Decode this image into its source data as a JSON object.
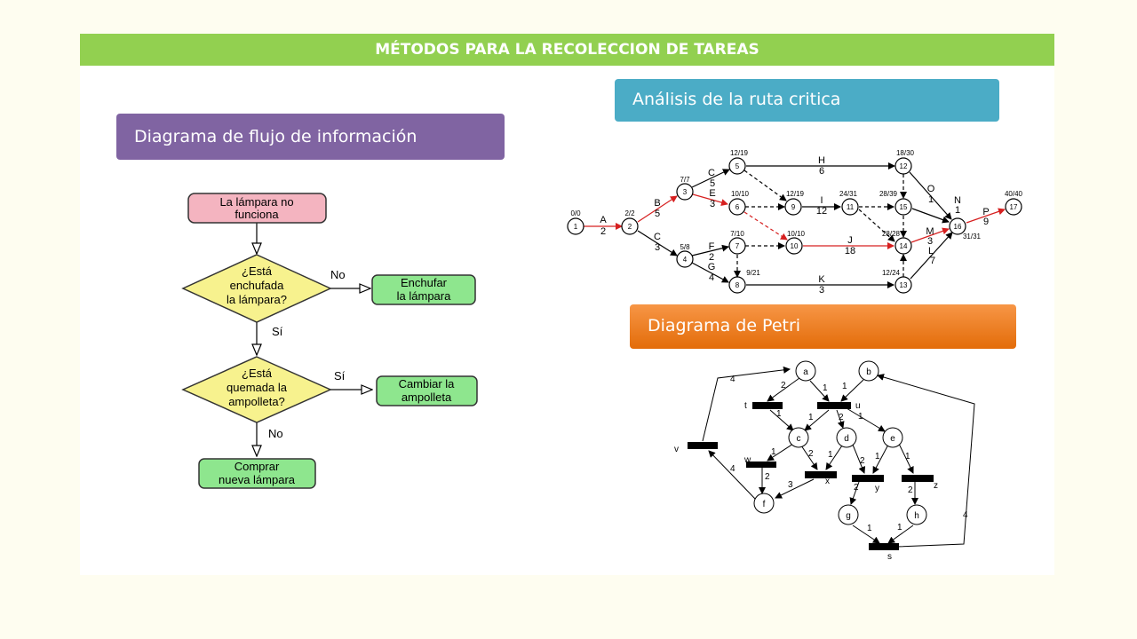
{
  "title": "MÉTODOS PARA LA RECOLECCION DE TAREAS",
  "sections": {
    "flow": "Diagrama de flujo de información",
    "critical_path": "Análisis de la ruta critica",
    "petri": "Diagrama de Petri"
  },
  "colors": {
    "title_bar": "#92d050",
    "flow_header": "#8064a2",
    "critical_header": "#4bacc6",
    "petri_header": "#f79646",
    "start_box": "#f4b4c0",
    "decision": "#f7f28e",
    "action_box": "#8ee68e",
    "critical_edge": "#d62020"
  },
  "flowchart": {
    "start_l1": "La lámpara no",
    "start_l2": "funciona",
    "q1_l1": "¿Está",
    "q1_l2": "enchufada",
    "q1_l3": "la lámpara?",
    "no1": "No",
    "a1_l1": "Enchufar",
    "a1_l2": "la lámpara",
    "si1": "Sí",
    "q2_l1": "¿Está",
    "q2_l2": "quemada la",
    "q2_l3": "ampolleta?",
    "si2": "Sí",
    "a2_l1": "Cambiar la",
    "a2_l2": "ampolleta",
    "no2": "No",
    "end_l1": "Comprar",
    "end_l2": "nueva lámpara"
  },
  "cpm": {
    "n1": "1",
    "n2": "2",
    "n3": "3",
    "n4": "4",
    "n5": "5",
    "n6": "6",
    "n7": "7",
    "n8": "8",
    "n9": "9",
    "n10": "10",
    "n11": "11",
    "n12": "12",
    "n13": "13",
    "n14": "14",
    "n15": "15",
    "n16": "16",
    "n17": "17",
    "t1": "0/0",
    "t2": "2/2",
    "t3": "7/7",
    "t4": "5/8",
    "t5": "12/19",
    "t6": "10/10",
    "t7": "7/10",
    "t8": "9/21",
    "t9": "12/19",
    "t10": "10/10",
    "t11": "24/31",
    "t12": "18/30",
    "t13": "12/24",
    "t14": "28/28",
    "t15": "28/39",
    "t16": "31/31",
    "t17": "40/40",
    "eA": "A",
    "dA": "2",
    "eB": "B",
    "dB": "5",
    "eC1": "C",
    "dC1": "3",
    "eC2": "C",
    "dC2": "5",
    "eE": "E",
    "dE": "3",
    "eF": "F",
    "dF": "2",
    "eG": "G",
    "dG": "4",
    "eH": "H",
    "dH": "6",
    "eI": "I",
    "dI": "12",
    "eJ": "J",
    "dJ": "18",
    "eK": "K",
    "dK": "3",
    "eO": "O",
    "dO": "1",
    "eN": "N",
    "dN": "1",
    "eM": "M",
    "dM": "3",
    "eL": "L",
    "dL": "7",
    "eP": "P",
    "dP": "9"
  },
  "petri": {
    "pa": "a",
    "pb": "b",
    "pc": "c",
    "pd": "d",
    "pe": "e",
    "pf": "f",
    "pg": "g",
    "ph": "h",
    "tt": "t",
    "tu": "u",
    "tv": "v",
    "tw": "w",
    "tx": "x",
    "ty": "y",
    "tz": "z",
    "ts": "s",
    "w_a_t": "2",
    "w_a_u": "1",
    "w_b_u": "1",
    "w_v_a": "4",
    "w_s_b": "4",
    "w_t_c": "1",
    "w_u_c": "1",
    "w_u_d": "2",
    "w_u_e": "1",
    "w_c_w": "1",
    "w_c_x": "2",
    "w_d_x": "1",
    "w_d_y": "2",
    "w_e_y": "1",
    "w_e_z": "1",
    "w_w_f": "2",
    "w_x_f": "3",
    "w_f_v": "4",
    "w_y_g": "2",
    "w_z_h": "2",
    "w_g_s": "1",
    "w_h_s": "1"
  }
}
